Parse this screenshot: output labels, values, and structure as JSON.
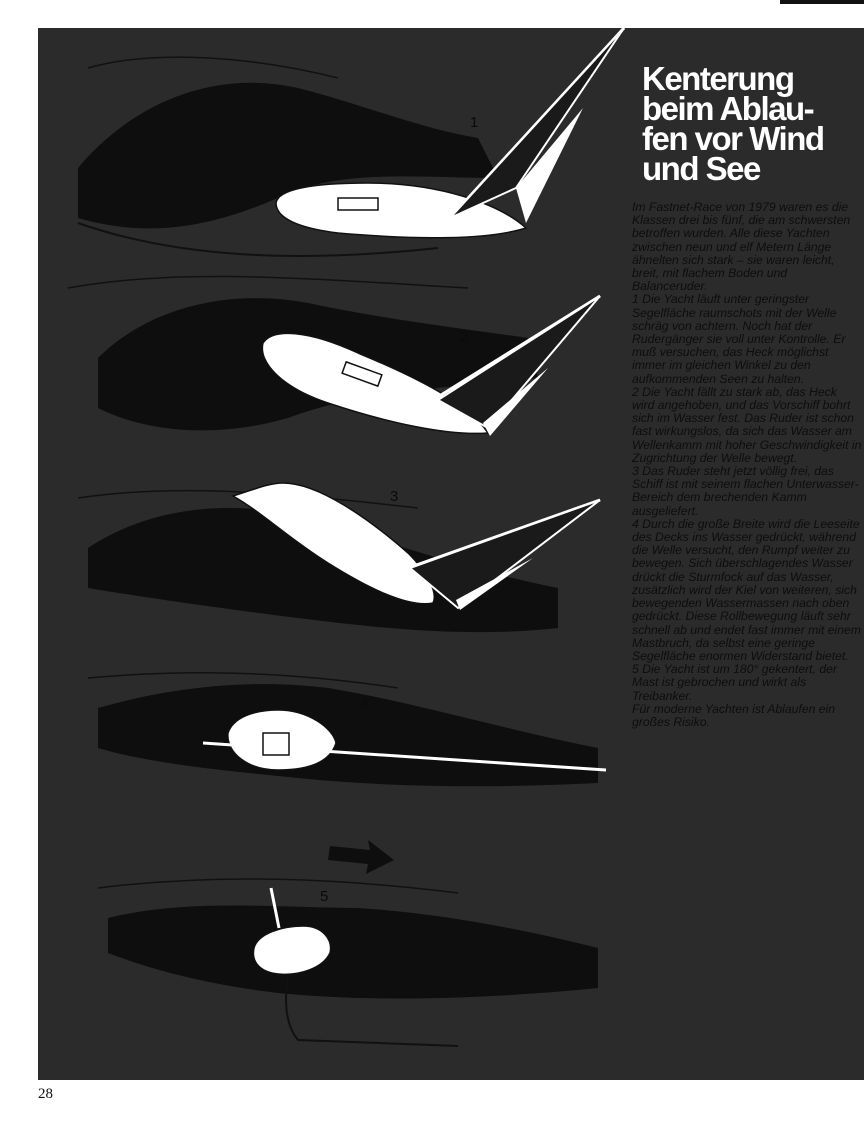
{
  "article": {
    "headline_lines": [
      "Kenterung",
      "beim Ablau-",
      "fen vor Wind",
      "und See"
    ],
    "paragraphs": [
      "Im Fastnet-Race von 1979 waren es die Klassen drei bis fünf, die am schwersten betroffen wurden. Alle diese Yachten zwischen neun und elf Metern Länge ähnelten sich stark – sie waren leicht, breit, mit flachem Boden und Balanceruder.",
      "1 Die Yacht läuft unter geringster Segelfläche raumschots mit der Welle schräg von achtern. Noch hat der Rudergänger sie voll unter Kontrolle. Er muß versuchen, das Heck möglichst immer im gleichen Winkel zu den aufkommenden Seen zu halten.",
      "2 Die Yacht fällt zu stark ab, das Heck wird angehoben, und das Vorschiff bohrt sich im Wasser fest. Das Ruder ist schon fast wirkungslos, da sich das Wasser am Wellenkamm mit hoher Geschwindigkeit in Zugrichtung der Welle bewegt.",
      "3 Das Ruder steht jetzt völlig frei, das Schiff ist mit seinem flachen Unterwasser-Bereich dem brechenden Kamm ausgeliefert.",
      "4 Durch die große Breite wird die Leeseite des Decks ins Wasser gedrückt, während die Welle versucht, den Rumpf weiter zu bewegen. Sich überschlagendes Wasser drückt die Sturmfock auf das Wasser, zusätzlich wird der Kiel von weiteren, sich bewegenden Wassermassen nach oben gedrückt. Diese Rollbewegung läuft sehr schnell ab und endet fast immer mit einem Mastbruch, da selbst eine geringe Segelfläche enormen Widerstand bietet.",
      "5 Die Yacht ist um 180° gekentert, der Mast ist gebrochen und wirkt als Treibanker.",
      "Für moderne Yachten ist Ablaufen ein großes Risiko."
    ]
  },
  "figure": {
    "stage_labels": [
      "1",
      "2",
      "3",
      "4",
      "5"
    ],
    "colors": {
      "background": "#2b2b2b",
      "hull": "#ffffff",
      "sea": "#0e0e0e"
    }
  },
  "page": {
    "number": "28"
  }
}
